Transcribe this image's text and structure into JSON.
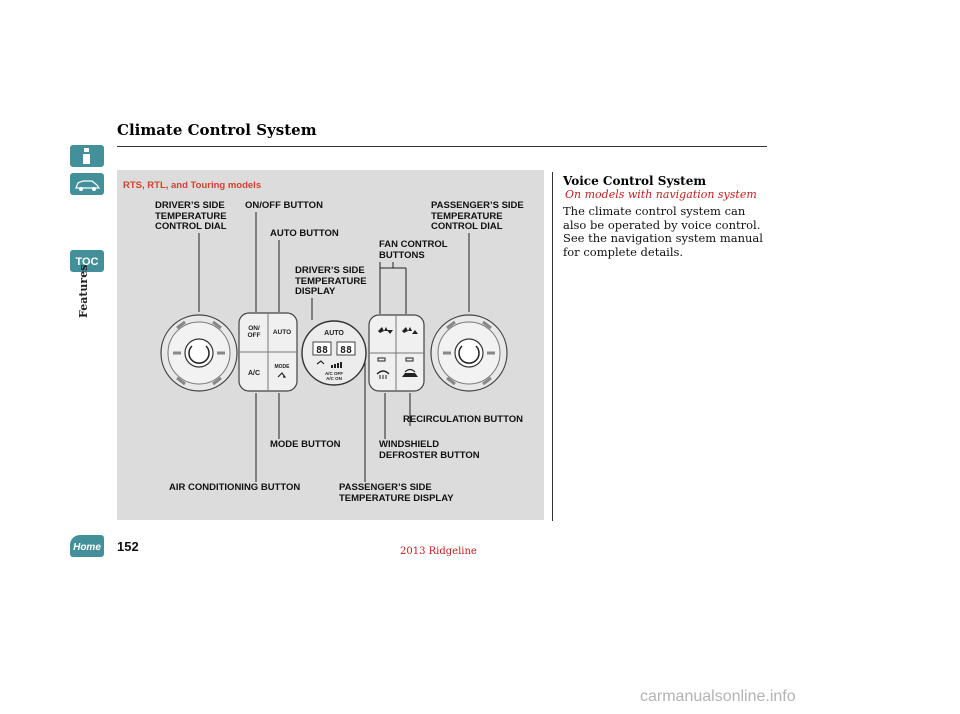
{
  "header": {
    "title": "Climate Control System"
  },
  "sidebar": {
    "section_label": "Features",
    "toc_label": "TOC",
    "home_label": "Home"
  },
  "figure": {
    "caption": "RTS, RTL, and Touring models",
    "labels": {
      "drivers_dial": "DRIVER’S SIDE\nTEMPERATURE\nCONTROL DIAL",
      "on_off": "ON/OFF BUTTON",
      "auto": "AUTO BUTTON",
      "drivers_display": "DRIVER’S SIDE\nTEMPERATURE\nDISPLAY",
      "fan": "FAN CONTROL\nBUTTONS",
      "passengers_dial": "PASSENGER’S SIDE\nTEMPERATURE\nCONTROL DIAL",
      "recirc": "RECIRCULATION BUTTON",
      "mode": "MODE BUTTON",
      "windshield": "WINDSHIELD\nDEFROSTER BUTTON",
      "ac": "AIR CONDITIONING BUTTON",
      "passengers_display": "PASSENGER’S SIDE\nTEMPERATURE DISPLAY"
    },
    "panel_text": {
      "on": "ON/",
      "off": "OFF",
      "auto": "AUTO",
      "ac": "A/C",
      "mode": "MODE",
      "display_auto": "AUTO",
      "display_digits_left": "88",
      "display_digits_right": "88",
      "display_ac": "A/C OFF",
      "display_ac2": "A/C ON"
    }
  },
  "section": {
    "title": "Voice Control System",
    "subtitle": "On models with navigation system",
    "paragraph1": "The climate control system can also be operated by voice control.",
    "paragraph2": "See the navigation system manual for complete details."
  },
  "footer": {
    "page_number": "152",
    "model": "2013 Ridgeline",
    "watermark": "carmanualsonline.info"
  },
  "colors": {
    "accent_red": "#c41e1e",
    "caption_orange": "#d0422b",
    "nav_teal": "#43909a",
    "figure_bg": "#dcdcdc"
  }
}
